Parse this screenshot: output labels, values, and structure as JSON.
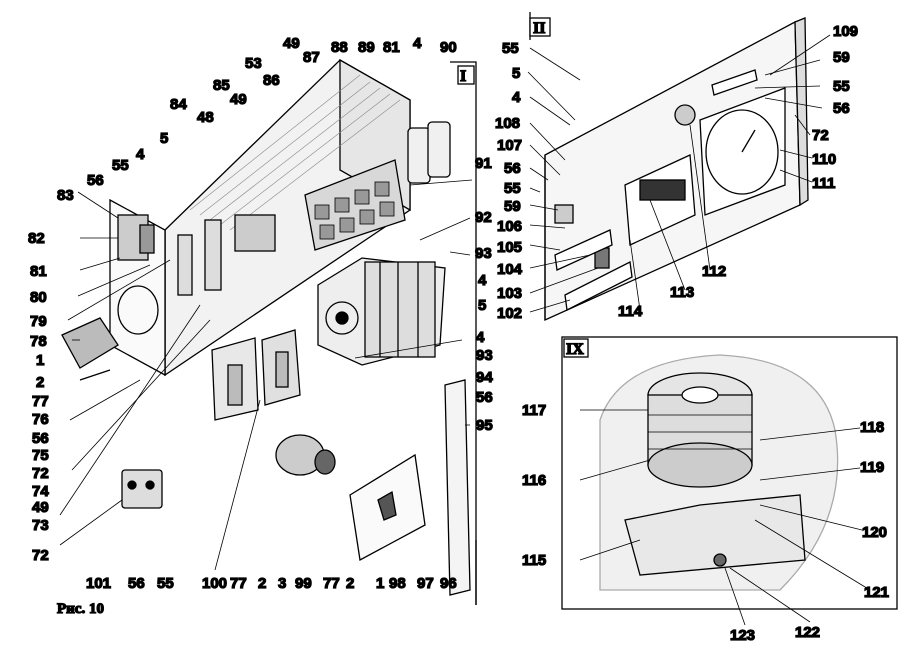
{
  "caption": "Рис. 10",
  "frames": {
    "I": "I",
    "II": "II",
    "IX": "IX"
  },
  "callouts_frame_I": [
    "49",
    "87",
    "88",
    "89",
    "81",
    "4",
    "90",
    "85",
    "86",
    "84",
    "48",
    "49",
    "53",
    "5",
    "4",
    "55",
    "56",
    "83",
    "91",
    "82",
    "92",
    "93",
    "81",
    "4",
    "80",
    "5",
    "79",
    "4",
    "78",
    "93",
    "1",
    "94",
    "2",
    "56",
    "77",
    "95",
    "76",
    "56",
    "75",
    "72",
    "74",
    "49",
    "73",
    "72",
    "101",
    "56",
    "55",
    "100",
    "77",
    "2",
    "3",
    "99",
    "77",
    "2",
    "1",
    "98",
    "97",
    "96"
  ],
  "callouts_frame_II": [
    "109",
    "55",
    "59",
    "5",
    "55",
    "4",
    "56",
    "108",
    "72",
    "107",
    "110",
    "56",
    "55",
    "111",
    "59",
    "106",
    "105",
    "104",
    "112",
    "103",
    "113",
    "102",
    "114"
  ],
  "callouts_frame_IX": [
    "117",
    "118",
    "116",
    "119",
    "120",
    "115",
    "121",
    "123",
    "122"
  ]
}
